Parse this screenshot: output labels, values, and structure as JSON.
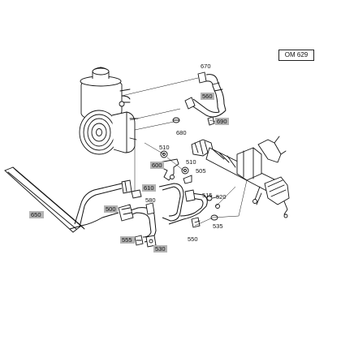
{
  "engine_code": "OM 629",
  "callouts": {
    "c670": "670",
    "c560": "560",
    "c690": "690",
    "c680": "680",
    "c510a": "510",
    "c600": "600",
    "c510b": "510",
    "c505": "505",
    "c610": "610",
    "c580": "580",
    "c515": "515",
    "c520": "520",
    "c500": "500",
    "c530": "530",
    "c535": "535",
    "c550": "550",
    "c650": "650",
    "c555": "555"
  }
}
